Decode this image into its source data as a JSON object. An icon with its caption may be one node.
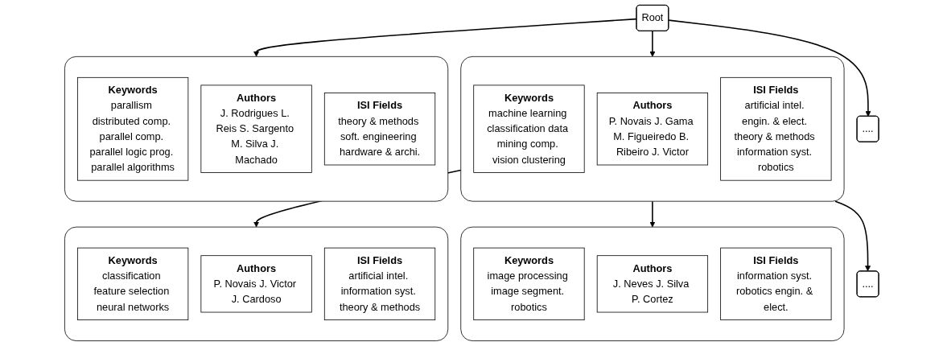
{
  "diagram": {
    "nodes": [
      {
        "text": [
          "Root"
        ]
      },
      {
        "text": [],
        "shape": "box"
      },
      {
        "text": [
          "Keywords",
          "machine learning classification data mining comp. vision clustering"
        ],
        "in": 1
      },
      {
        "text": [
          "Authors",
          "P. Novais J. Gama M. Figueiredo B. Ribeiro J. Victor"
        ],
        "in": 1
      },
      {
        "text": [
          "ISI Fields",
          "artificial intel. engin. & elect. theory & methods information syst. robotics"
        ],
        "in": 1
      },
      {
        "text": [],
        "shape": "box"
      },
      {
        "text": [
          "Keywords",
          "parallism distributed comp. parallel comp. parallel logic prog. parallel algorithms"
        ],
        "in": 5
      },
      {
        "text": [
          "Authors",
          "J. Rodrigues L. Reis S. Sargento M. Silva J. Machado"
        ],
        "in": 5
      },
      {
        "text": [
          "ISI Fields",
          "theory & methods soft. engineering hardware & archi."
        ],
        "in": 5
      },
      {
        "text": [
          "...."
        ]
      },
      {
        "text": [],
        "shape": "box"
      },
      {
        "text": [
          "Keywords",
          "classification feature selection neural networks"
        ],
        "in": 10
      },
      {
        "text": [
          "Authors",
          "P. Novais J. Victor J. Cardoso"
        ],
        "in": 10
      },
      {
        "text": [
          "ISI Fields",
          "artificial intel. information syst. theory & methods"
        ],
        "in": 10
      },
      {
        "text": [],
        "shape": "box"
      },
      {
        "text": [
          "Keywords",
          "image processing image segment. robotics"
        ],
        "in": 14
      },
      {
        "text": [
          "Authors",
          "J. Neves J. Silva P. Cortez"
        ],
        "in": 14
      },
      {
        "text": [
          "ISI Fields",
          "information syst. robotics engin. & elect."
        ],
        "in": 14
      },
      {
        "text": [
          "...."
        ]
      }
    ],
    "edges": [
      {
        "from": 0,
        "to": 1,
        "arrow": "to"
      },
      {
        "from": 0,
        "to": 5,
        "arrow": "to"
      },
      {
        "from": 0,
        "to": 9,
        "arrow": "to"
      },
      {
        "from": 1,
        "to": 10,
        "arrow": "to"
      },
      {
        "from": 1,
        "to": 14,
        "arrow": "to"
      },
      {
        "from": 1,
        "to": 18,
        "arrow": "to"
      }
    ]
  }
}
